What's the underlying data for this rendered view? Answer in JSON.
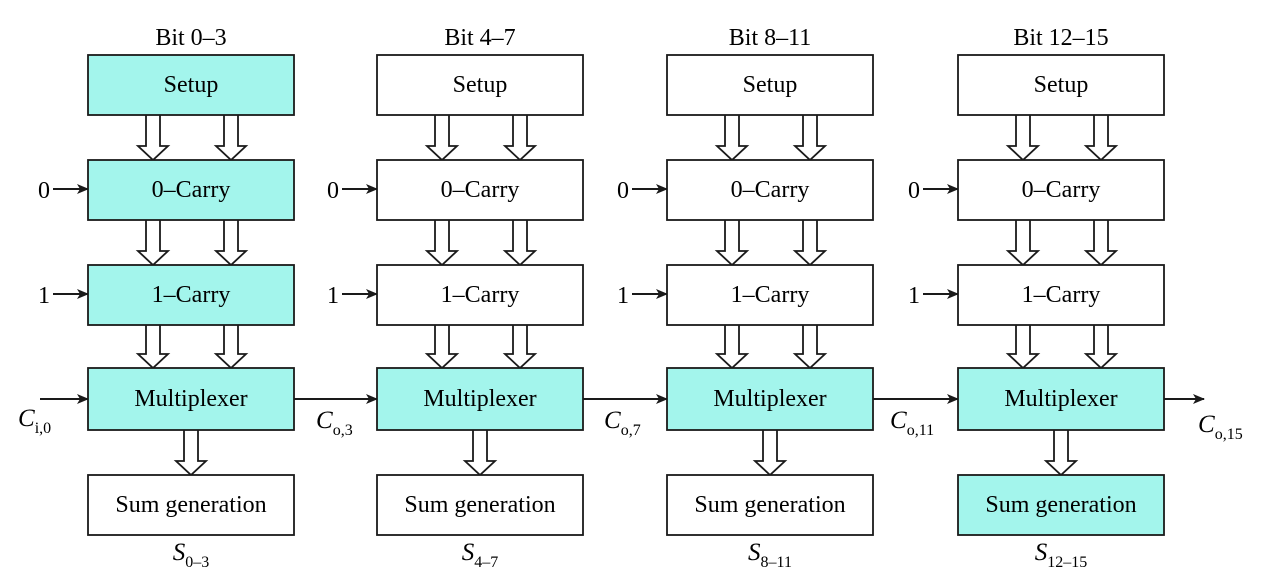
{
  "colors": {
    "highlight": "#a3f5ec",
    "plain": "#ffffff",
    "stroke": "#1a1a1a"
  },
  "blocks": [
    {
      "title": "Bit 0–3",
      "setup": "Setup",
      "carry0": "0–Carry",
      "carry1": "1–Carry",
      "mux": "Multiplexer",
      "sum": "Sum generation",
      "in0": "0",
      "in1": "1",
      "sum_out": {
        "main": "S",
        "sub": "0–3"
      },
      "highlight": {
        "setup": true,
        "carry0": true,
        "carry1": true,
        "mux": true,
        "sum": false
      }
    },
    {
      "title": "Bit 4–7",
      "setup": "Setup",
      "carry0": "0–Carry",
      "carry1": "1–Carry",
      "mux": "Multiplexer",
      "sum": "Sum generation",
      "in0": "0",
      "in1": "1",
      "sum_out": {
        "main": "S",
        "sub": "4–7"
      },
      "highlight": {
        "setup": false,
        "carry0": false,
        "carry1": false,
        "mux": true,
        "sum": false
      }
    },
    {
      "title": "Bit 8–11",
      "setup": "Setup",
      "carry0": "0–Carry",
      "carry1": "1–Carry",
      "mux": "Multiplexer",
      "sum": "Sum generation",
      "in0": "0",
      "in1": "1",
      "sum_out": {
        "main": "S",
        "sub": "8–11"
      },
      "highlight": {
        "setup": false,
        "carry0": false,
        "carry1": false,
        "mux": true,
        "sum": false
      }
    },
    {
      "title": "Bit 12–15",
      "setup": "Setup",
      "carry0": "0–Carry",
      "carry1": "1–Carry",
      "mux": "Multiplexer",
      "sum": "Sum generation",
      "in0": "0",
      "in1": "1",
      "sum_out": {
        "main": "S",
        "sub": "12–15"
      },
      "highlight": {
        "setup": false,
        "carry0": false,
        "carry1": false,
        "mux": true,
        "sum": true
      }
    }
  ],
  "carries": [
    {
      "main": "C",
      "sub": "i,0"
    },
    {
      "main": "C",
      "sub": "o,3"
    },
    {
      "main": "C",
      "sub": "o,7"
    },
    {
      "main": "C",
      "sub": "o,11"
    },
    {
      "main": "C",
      "sub": "o,15"
    }
  ]
}
